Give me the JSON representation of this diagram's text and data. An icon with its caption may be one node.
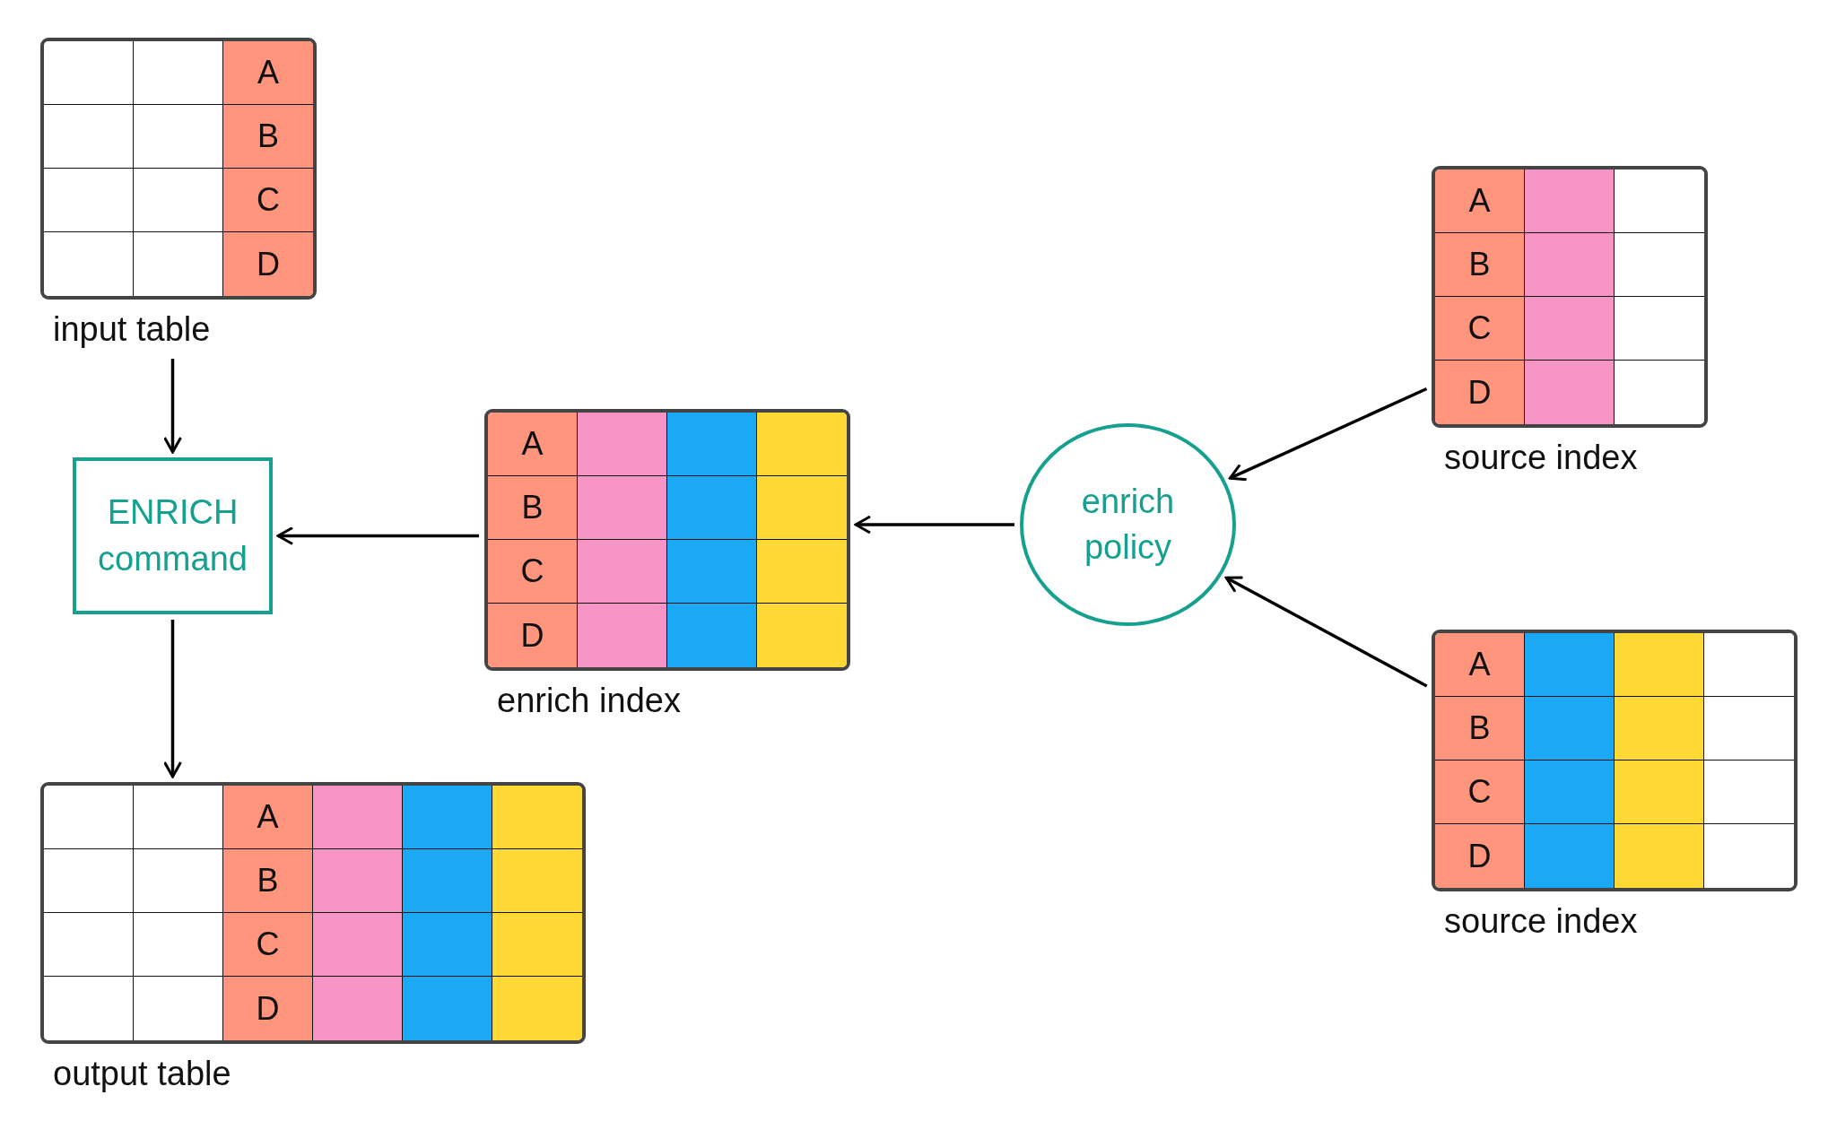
{
  "diagram": {
    "nodes": [
      {
        "text": [
          "A",
          "B",
          "C",
          "D"
        ],
        "beside": [
          "input table"
        ]
      },
      {
        "text": [
          "ENRICH command"
        ]
      },
      {
        "text": [
          "A",
          "B",
          "C",
          "D"
        ],
        "beside": [
          "output table"
        ]
      },
      {
        "text": [
          "A",
          "B",
          "C",
          "D"
        ],
        "beside": [
          "enrich index"
        ]
      },
      {
        "text": [
          "enrich policy"
        ]
      },
      {
        "text": [
          "A",
          "B",
          "C",
          "D"
        ],
        "beside": [
          "source index"
        ]
      },
      {
        "text": [
          "A",
          "B",
          "C",
          "D"
        ],
        "beside": [
          "source index"
        ]
      }
    ],
    "edges": [
      {
        "from": 0,
        "to": 1,
        "arrow": "to"
      },
      {
        "from": 1,
        "to": 2,
        "arrow": "to"
      },
      {
        "from": 3,
        "to": 1,
        "arrow": "to"
      },
      {
        "from": 4,
        "to": 3,
        "arrow": "to"
      },
      {
        "from": 5,
        "to": 4,
        "arrow": "to"
      },
      {
        "from": 6,
        "to": 4,
        "arrow": "to"
      }
    ]
  }
}
